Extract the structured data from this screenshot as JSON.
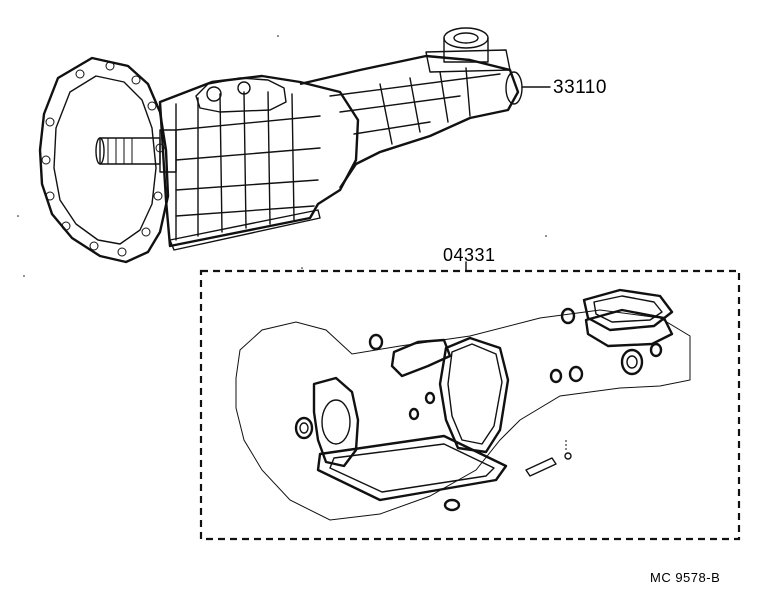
{
  "labels": {
    "assembly_part_number": "33110",
    "gasket_kit_part_number": "04331",
    "illustration_code": "MC  9578-B"
  }
}
